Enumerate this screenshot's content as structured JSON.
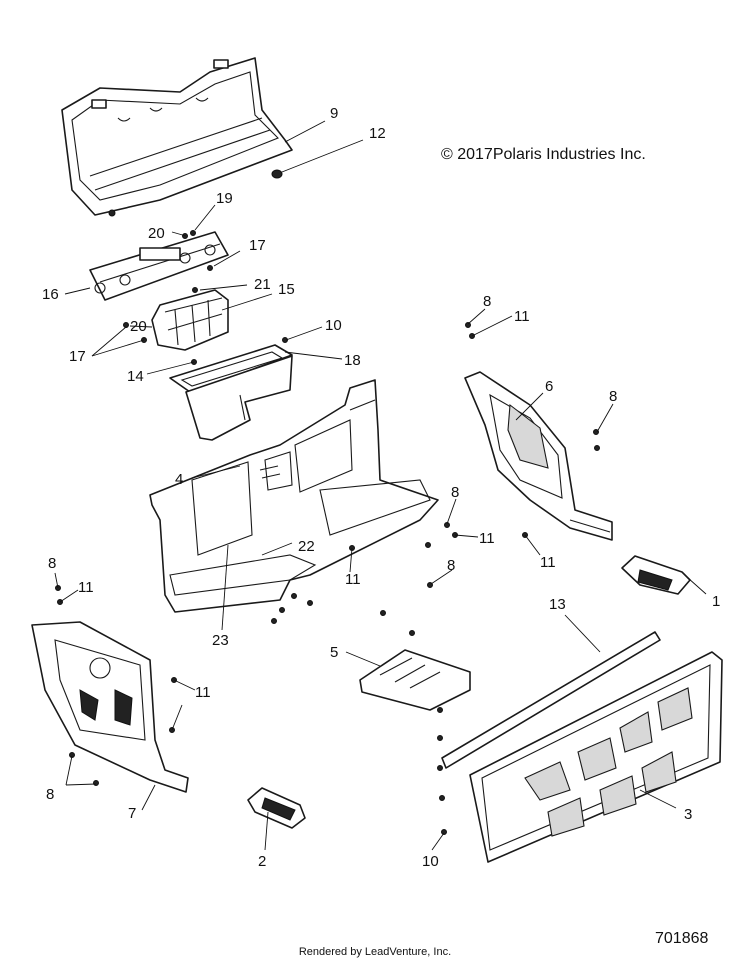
{
  "copyright": "© 2017Polaris Industries Inc.",
  "rendered_by": "Rendered by LeadVenture, Inc.",
  "diagram_id": "701868",
  "callouts": {
    "c1": "1",
    "c2": "2",
    "c3": "3",
    "c4": "4",
    "c5": "5",
    "c6": "6",
    "c7": "7",
    "c8a": "8",
    "c8b": "8",
    "c8c": "8",
    "c8d": "8",
    "c8e": "8",
    "c8f": "8",
    "c9": "9",
    "c10a": "10",
    "c10b": "10",
    "c11a": "11",
    "c11b": "11",
    "c11c": "11",
    "c11d": "11",
    "c11e": "11",
    "c11f": "11",
    "c12": "12",
    "c13": "13",
    "c14": "14",
    "c15": "15",
    "c16": "16",
    "c17a": "17",
    "c17b": "17",
    "c18": "18",
    "c19": "19",
    "c20a": "20",
    "c20b": "20",
    "c21": "21",
    "c22": "22",
    "c23": "23"
  }
}
